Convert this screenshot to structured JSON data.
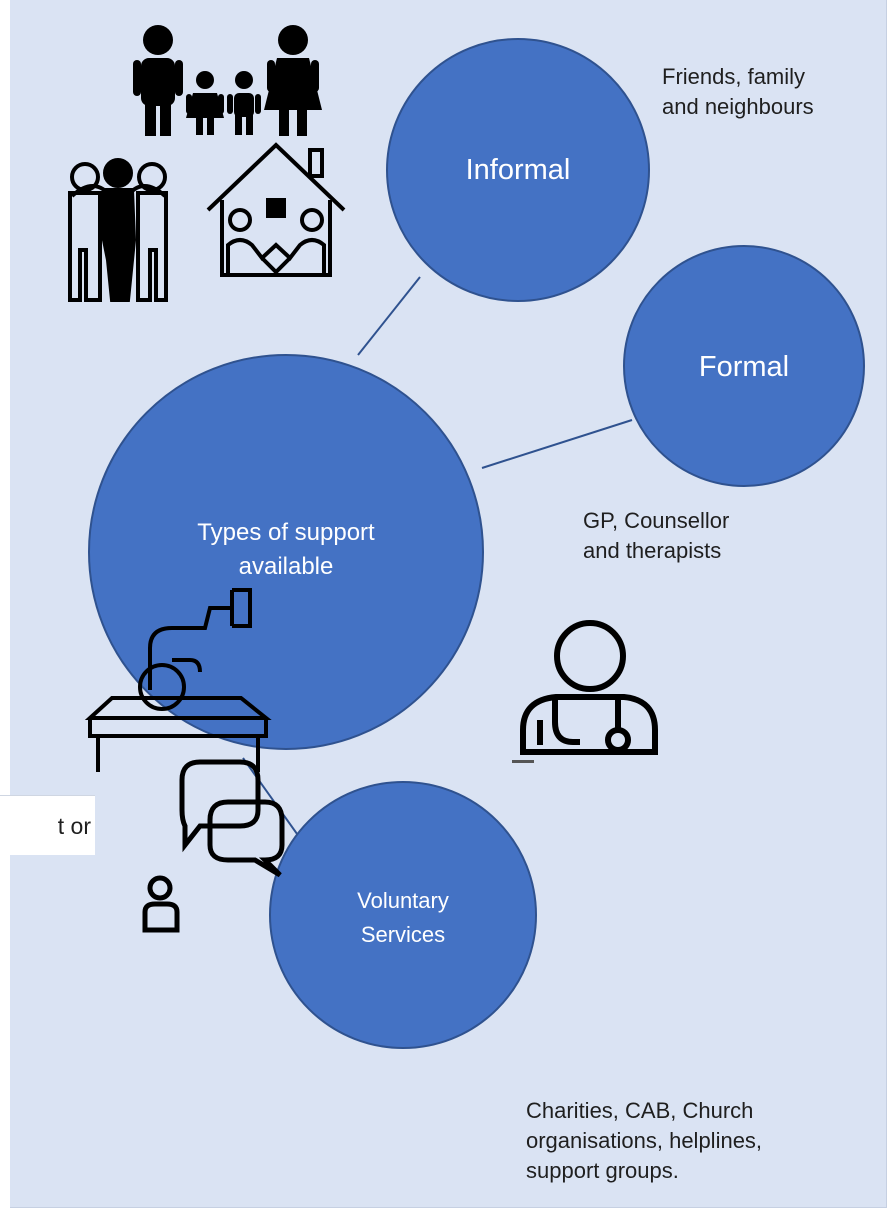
{
  "edge_fragment": "t or",
  "nodes": {
    "center": {
      "label_line1": "Types of support",
      "label_line2": "available"
    },
    "informal": {
      "label": "Informal"
    },
    "formal": {
      "label": "Formal"
    },
    "voluntary": {
      "label_line1": "Voluntary",
      "label_line2": "Services"
    }
  },
  "descriptions": {
    "informal": {
      "line1": "Friends, family",
      "line2": "and neighbours"
    },
    "formal": {
      "line1": "GP, Counsellor",
      "line2": "and therapists"
    },
    "voluntary": {
      "line1": "Charities, CAB, Church",
      "line2": "organisations, helplines,",
      "line3": "support groups."
    }
  },
  "icons": [
    "family-icon",
    "friends-icon",
    "home-care-icon",
    "doctor-icon",
    "donation-icon",
    "chat-support-icon"
  ],
  "colors": {
    "background": "#dae3f3",
    "node_fill": "#4472c4",
    "node_stroke": "#2f528f",
    "text": "#1f1f1f"
  }
}
